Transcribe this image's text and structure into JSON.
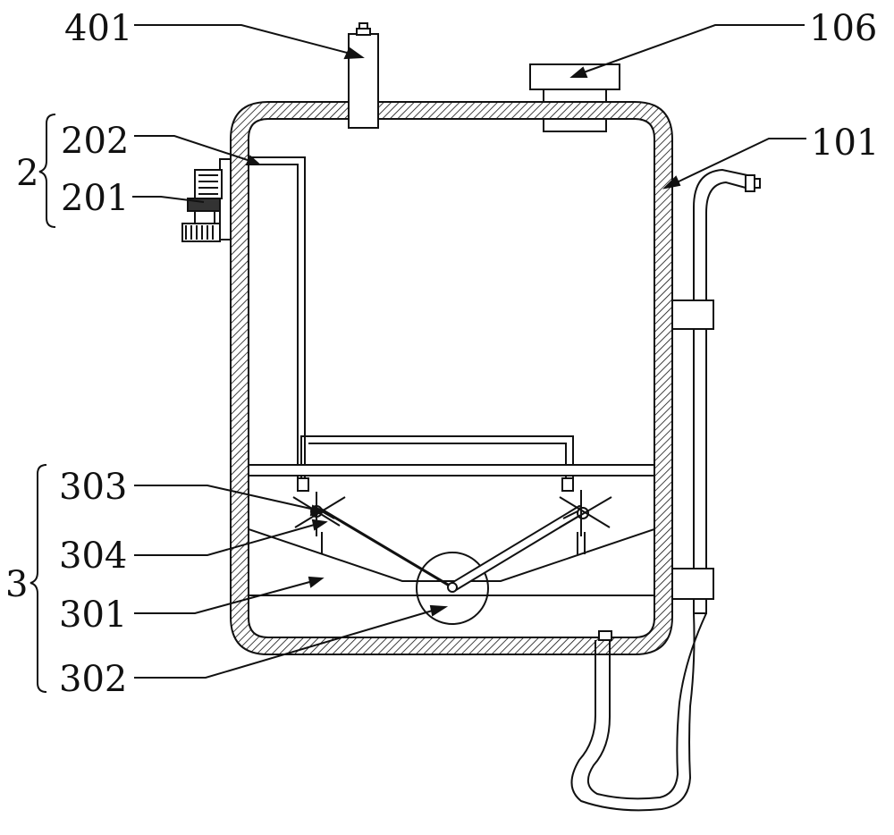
{
  "labels": {
    "l401": "401",
    "l106": "106",
    "l202": "202",
    "l2": "2",
    "l201": "201",
    "l101": "101",
    "l303": "303",
    "l304": "304",
    "l3": "3",
    "l301": "301",
    "l302": "302"
  },
  "colors": {
    "stroke": "#111111",
    "background": "#ffffff"
  }
}
